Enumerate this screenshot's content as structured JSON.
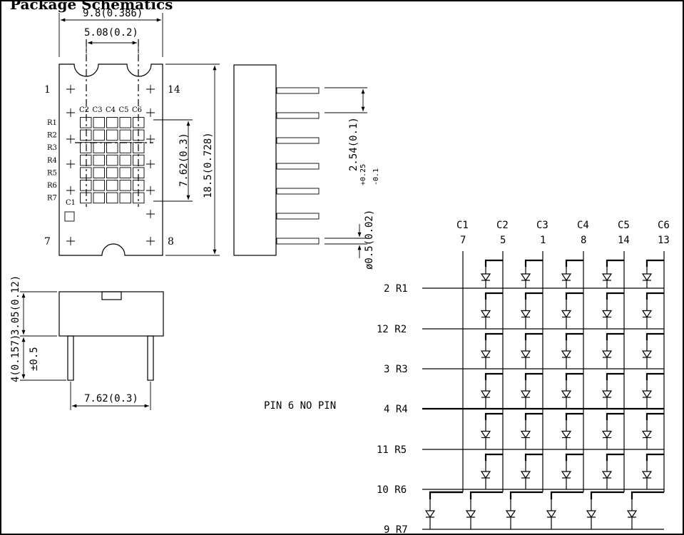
{
  "title": "Package Schematics",
  "front_view": {
    "dim_width": "9.8(0.386)",
    "dim_pitch": "5.08(0.2)",
    "dim_height": "18.5(0.728)",
    "dim_row_span": "7.62(0.3)",
    "pins": [
      "1",
      "14",
      "7",
      "8"
    ],
    "row_labels": [
      "R1",
      "R2",
      "R3",
      "R4",
      "R5",
      "R6",
      "R7"
    ],
    "col_labels": [
      "C2",
      "C3",
      "C4",
      "C5",
      "C6"
    ],
    "c1_label": "C1"
  },
  "side_view": {
    "dim_pitch": "2.54(0.1)",
    "dim_pin_dia": "ø0.5(0.02)+0.25\n-0.1"
  },
  "bottom_view": {
    "dim_body": "3.05(0.12)",
    "dim_pin_len": "4(0.157)",
    "dim_tol": "±0.5",
    "dim_spacing": "7.62(0.3)"
  },
  "note": "PIN 6 NO PIN",
  "circuit": {
    "columns": [
      {
        "name": "C1",
        "pin": "7"
      },
      {
        "name": "C2",
        "pin": "5"
      },
      {
        "name": "C3",
        "pin": "1"
      },
      {
        "name": "C4",
        "pin": "8"
      },
      {
        "name": "C5",
        "pin": "14"
      },
      {
        "name": "C6",
        "pin": "13"
      }
    ],
    "rows": [
      {
        "pin": "2",
        "name": "R1"
      },
      {
        "pin": "12",
        "name": "R2"
      },
      {
        "pin": "3",
        "name": "R3"
      },
      {
        "pin": "4",
        "name": "R4"
      },
      {
        "pin": "11",
        "name": "R5"
      },
      {
        "pin": "10",
        "name": "R6"
      },
      {
        "pin": "9",
        "name": "R7"
      }
    ]
  }
}
